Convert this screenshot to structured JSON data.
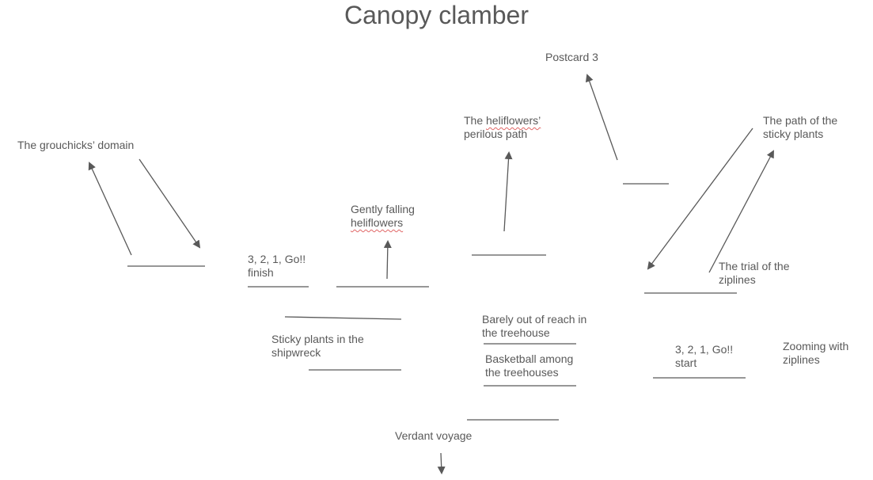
{
  "title": "Canopy clamber",
  "labels": {
    "postcard": "Postcard 3",
    "grouchicks_domain": "The grouchicks’ domain",
    "heliflowers_path_line1": "The ",
    "heliflowers_path_word": "heliflowers’",
    "heliflowers_path_line2": "perilous path",
    "path_sticky_plants": "The path of the\nsticky plants",
    "gently_falling_line1": "Gently falling",
    "gently_falling_word": "heliflowers",
    "go_finish": "3, 2, 1, Go!!\nfinish",
    "trial_ziplines": "The trial of the\nziplines",
    "sticky_shipwreck": "Sticky plants in the\nshipwreck",
    "barely_out_of_reach": "Barely out of reach in\nthe treehouse",
    "basketball": "Basketball among\nthe treehouses",
    "go_start": "3, 2, 1, Go!!\nstart",
    "zooming_ziplines": "Zooming with\nziplines",
    "verdant_voyage": "Verdant voyage"
  },
  "colors": {
    "ink": "#595959",
    "spellcheck": "#e06666"
  }
}
